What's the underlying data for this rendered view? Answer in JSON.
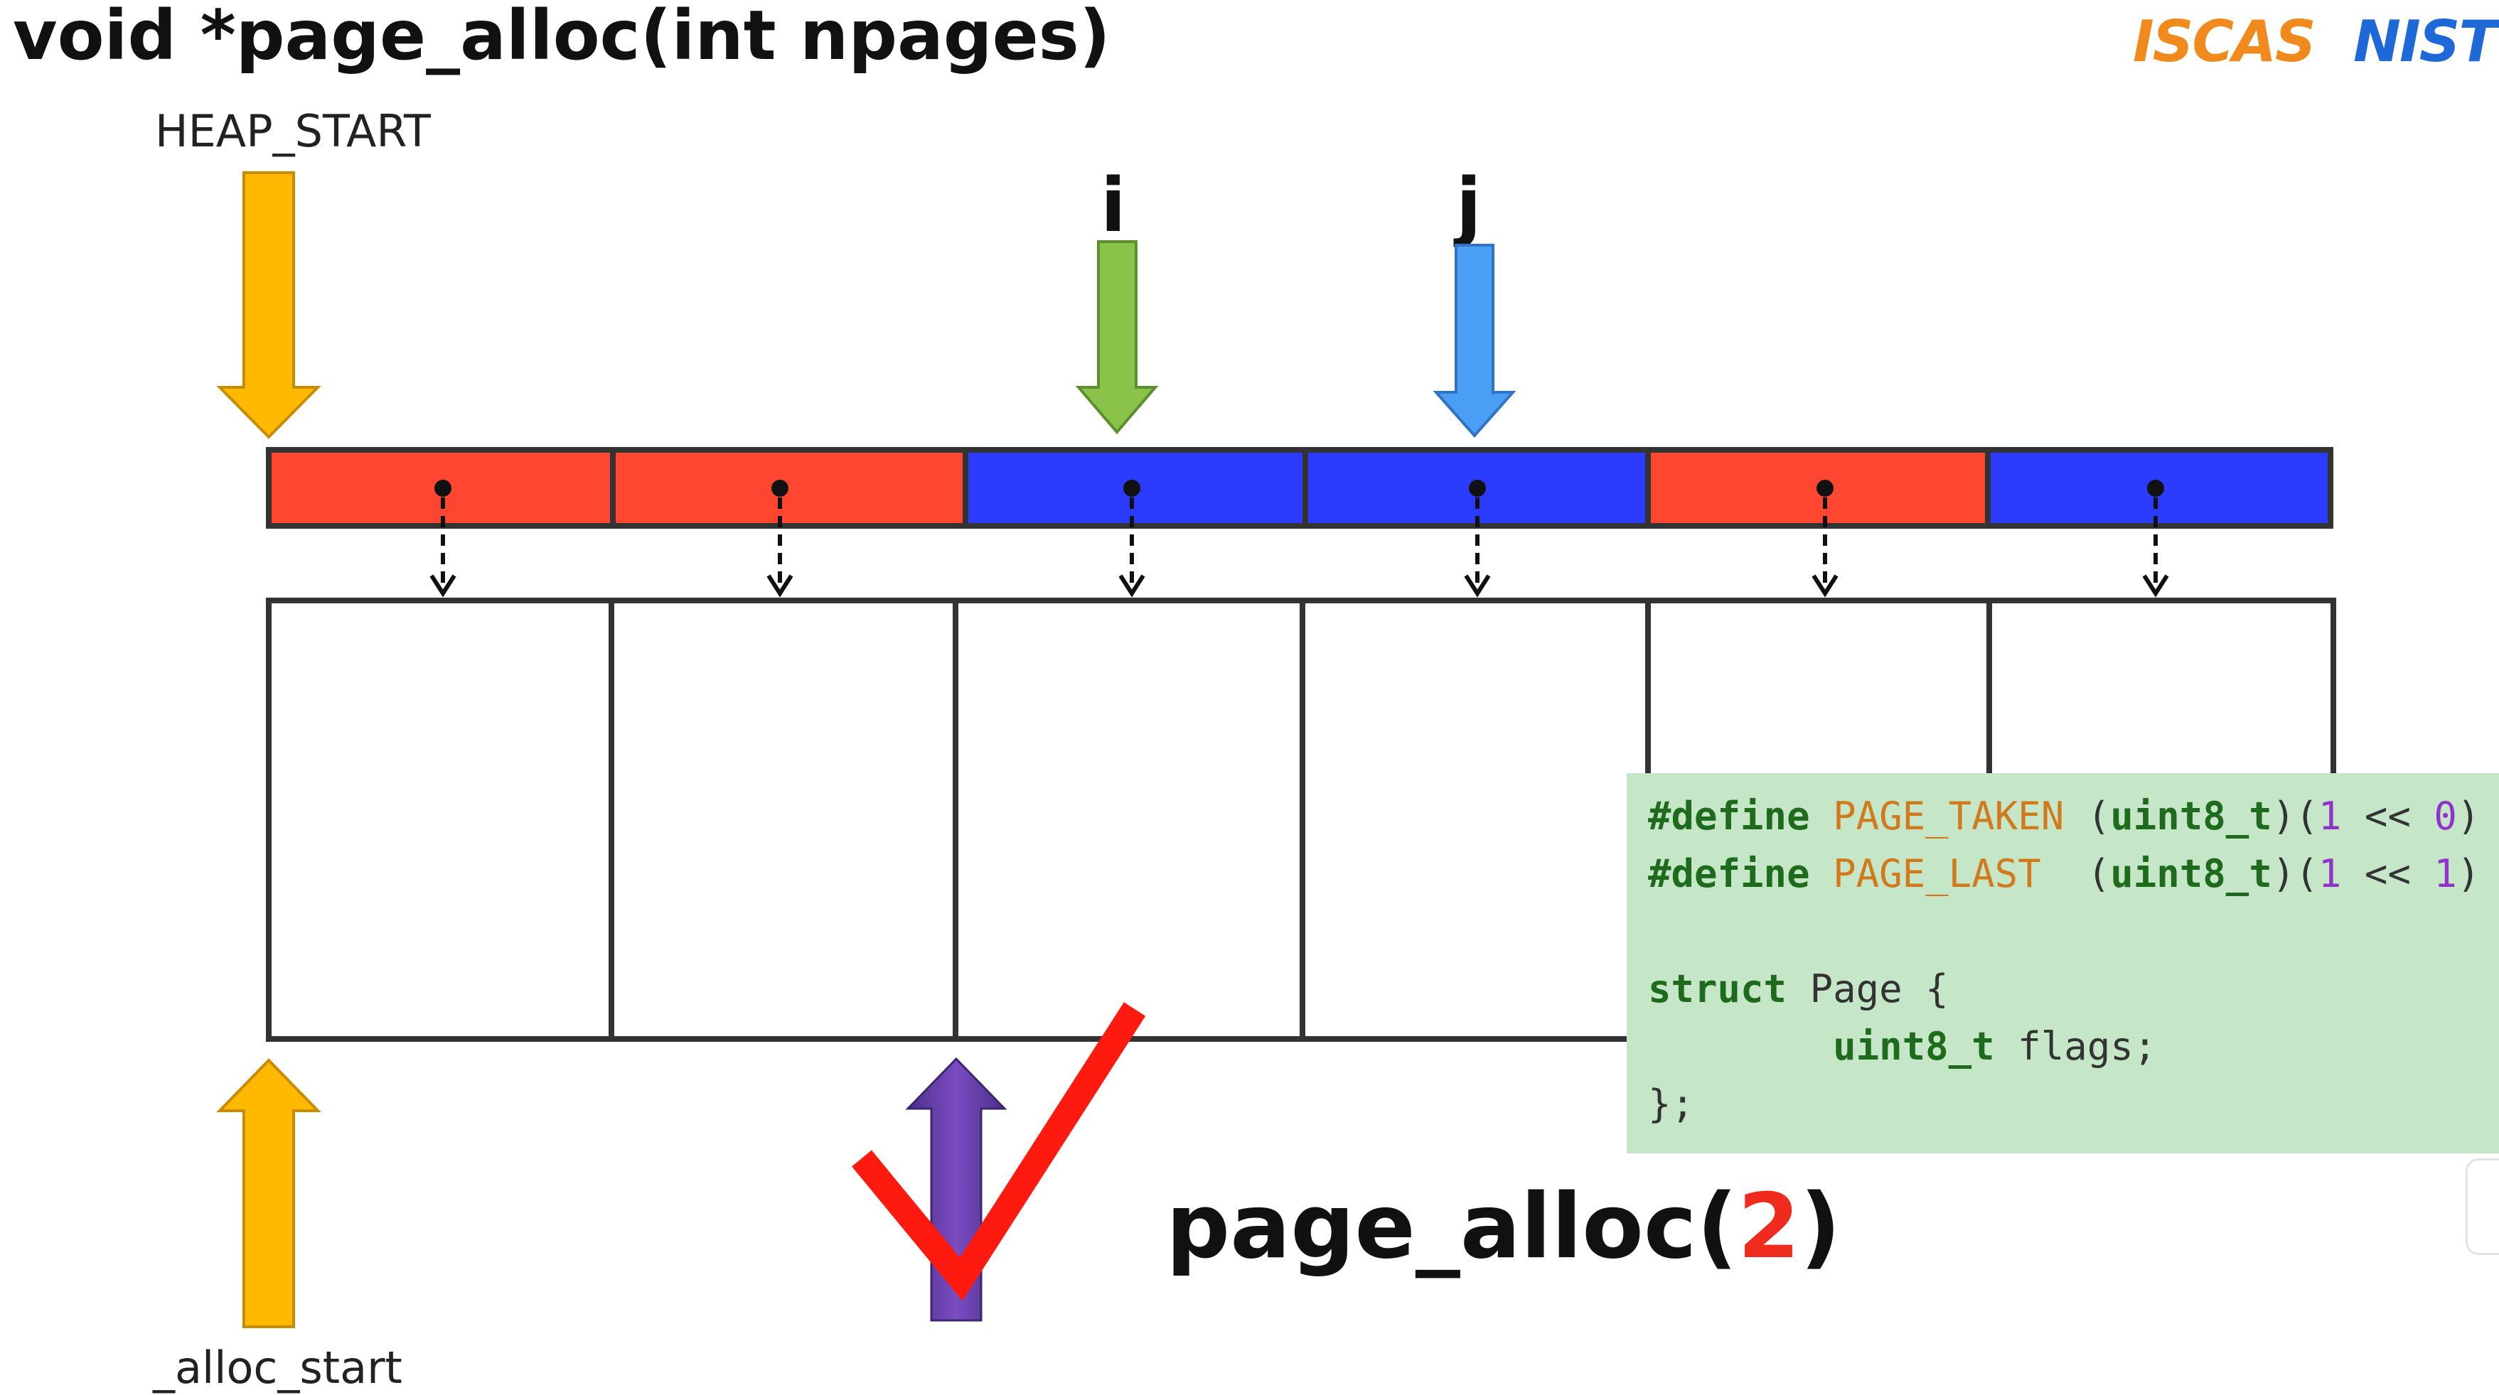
{
  "title": "void *page_alloc(int npages)",
  "labels": {
    "heap_start": "HEAP_START",
    "alloc_start": "_alloc_start",
    "pointer_i": "i",
    "pointer_j": "j"
  },
  "logos": [
    "ISCAS",
    "NIST"
  ],
  "pages": {
    "flag_row": [
      {
        "state": "taken",
        "color": "#fe4630"
      },
      {
        "state": "taken",
        "color": "#fe4630"
      },
      {
        "state": "free",
        "color": "#2c3cff"
      },
      {
        "state": "free",
        "color": "#2c3cff"
      },
      {
        "state": "taken",
        "color": "#fe4630"
      },
      {
        "state": "free",
        "color": "#2c3cff"
      }
    ],
    "count": 6
  },
  "arrows": {
    "heap_start_color": "#ffb900",
    "alloc_start_color": "#ffb900",
    "i_color": "#8bc34a",
    "j_color": "#4a9ff5",
    "result_color": "#6a3fa8"
  },
  "checkmark_color": "#ff1a10",
  "code": {
    "lines": [
      [
        {
          "t": "#define ",
          "c": "kw"
        },
        {
          "t": "PAGE_TAKEN",
          "c": "mac"
        },
        {
          "t": " (",
          "c": ""
        },
        {
          "t": "uint8_t",
          "c": "kw"
        },
        {
          "t": ")(",
          "c": ""
        },
        {
          "t": "1",
          "c": "num"
        },
        {
          "t": " << ",
          "c": ""
        },
        {
          "t": "0",
          "c": "num"
        },
        {
          "t": ")",
          "c": ""
        }
      ],
      [
        {
          "t": "#define ",
          "c": "kw"
        },
        {
          "t": "PAGE_LAST",
          "c": "mac"
        },
        {
          "t": "  (",
          "c": ""
        },
        {
          "t": "uint8_t",
          "c": "kw"
        },
        {
          "t": ")(",
          "c": ""
        },
        {
          "t": "1",
          "c": "num"
        },
        {
          "t": " << ",
          "c": ""
        },
        {
          "t": "1",
          "c": "num"
        },
        {
          "t": ")",
          "c": ""
        }
      ],
      [
        {
          "t": "",
          "c": ""
        }
      ],
      [
        {
          "t": "struct",
          "c": "kw"
        },
        {
          "t": " Page {",
          "c": ""
        }
      ],
      [
        {
          "t": "        ",
          "c": ""
        },
        {
          "t": "uint8_t",
          "c": "kw"
        },
        {
          "t": " flags;",
          "c": ""
        }
      ],
      [
        {
          "t": "};",
          "c": ""
        }
      ]
    ]
  },
  "call": {
    "prefix": "page_alloc(",
    "arg": "2",
    "suffix": ")"
  }
}
